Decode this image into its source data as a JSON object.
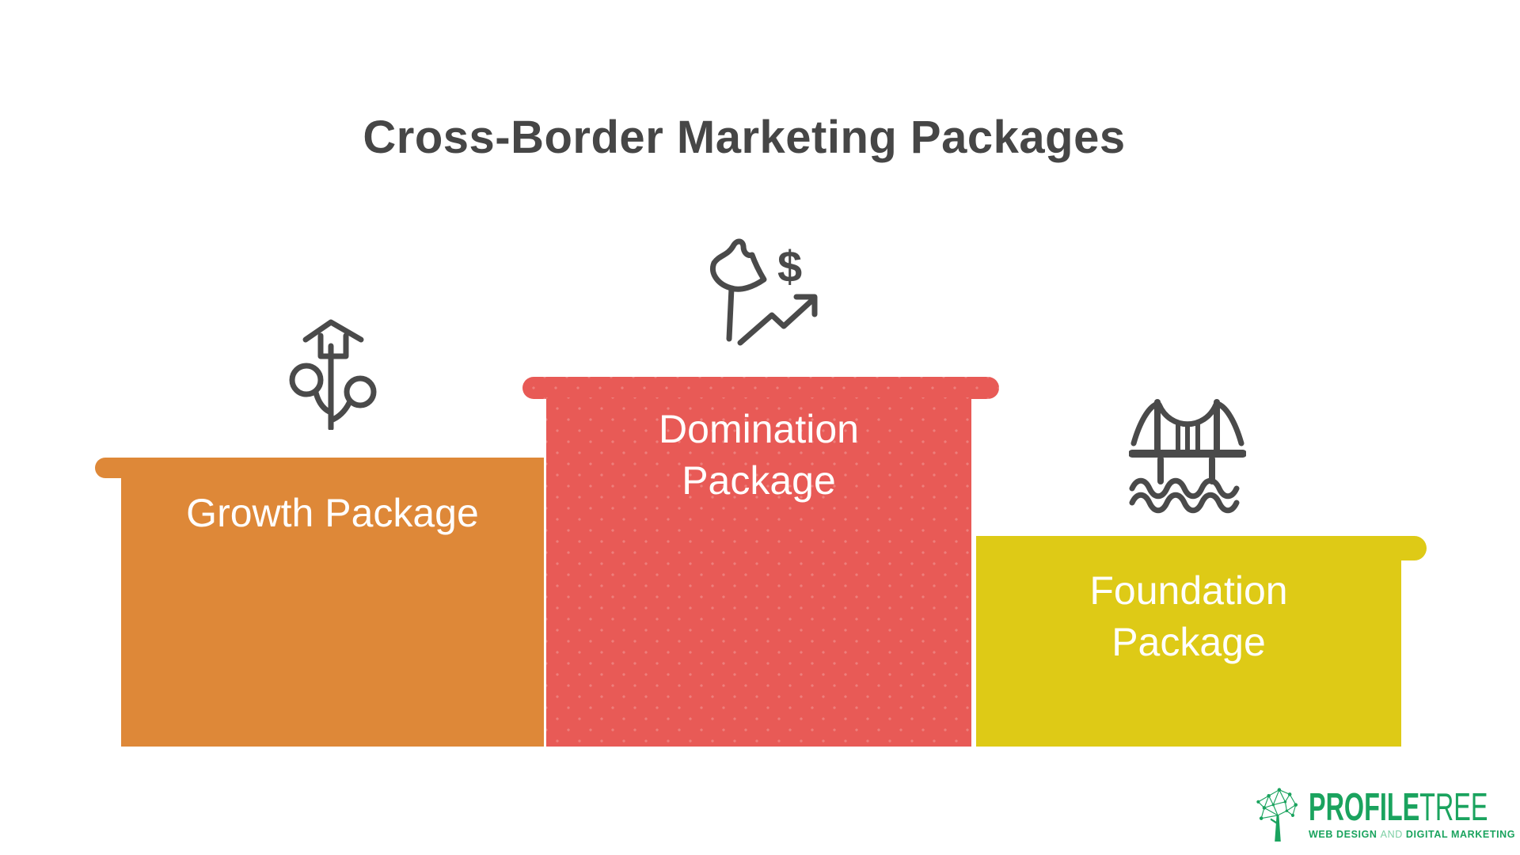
{
  "title": "Cross-Border Marketing Packages",
  "packages": [
    {
      "name": "Growth Package",
      "position": "left",
      "color": "#DE8838",
      "icon": "plant-growth-house-arrow-icon"
    },
    {
      "name": "Domination Package",
      "position": "center",
      "color": "#E85A56",
      "icon": "flag-dollar-trend-icon"
    },
    {
      "name": "Foundation Package",
      "position": "right",
      "color": "#DECA16",
      "icon": "suspension-bridge-icon"
    }
  ],
  "logo": {
    "brand_bold": "PROFILE",
    "brand_light": "TREE",
    "tagline_bold_1": "WEB DESIGN",
    "tagline_light": "AND",
    "tagline_bold_2": "DIGITAL MARKETING",
    "color": "#1AA35E"
  },
  "colors": {
    "background": "#FFFFFF",
    "title_text": "#464646",
    "icon_stroke": "#4A4A4A",
    "bar_label_text": "#FFFFFF"
  }
}
